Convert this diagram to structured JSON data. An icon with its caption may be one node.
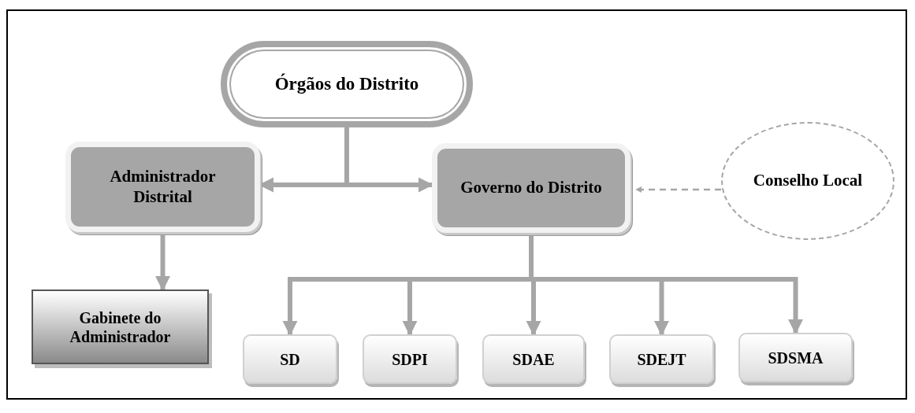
{
  "diagram": {
    "nodes": [
      {
        "text": [
          "Órgãos do Distrito"
        ]
      },
      {
        "text": [
          "Administrador Distrital"
        ]
      },
      {
        "text": [
          "Governo do Distrito"
        ]
      },
      {
        "text": [
          "Conselho Local"
        ]
      },
      {
        "text": [
          "Gabinete do Administrador"
        ]
      },
      {
        "text": [
          "SD"
        ]
      },
      {
        "text": [
          "SDPI"
        ]
      },
      {
        "text": [
          "SDAE"
        ]
      },
      {
        "text": [
          "SDEJT"
        ]
      },
      {
        "text": [
          "SDSMA"
        ]
      }
    ],
    "edges": [
      {
        "from": 0,
        "to": 1,
        "arrow": "to"
      },
      {
        "from": 0,
        "to": 2,
        "arrow": "to"
      },
      {
        "from": 1,
        "to": 4,
        "arrow": "to"
      },
      {
        "from": 3,
        "to": 2,
        "arrow": "to",
        "style": "dashed"
      },
      {
        "from": 2,
        "to": 5,
        "arrow": "to"
      },
      {
        "from": 2,
        "to": 6,
        "arrow": "to"
      },
      {
        "from": 2,
        "to": 7,
        "arrow": "to"
      },
      {
        "from": 2,
        "to": 8,
        "arrow": "to"
      },
      {
        "from": 2,
        "to": 9,
        "arrow": "to"
      }
    ]
  }
}
